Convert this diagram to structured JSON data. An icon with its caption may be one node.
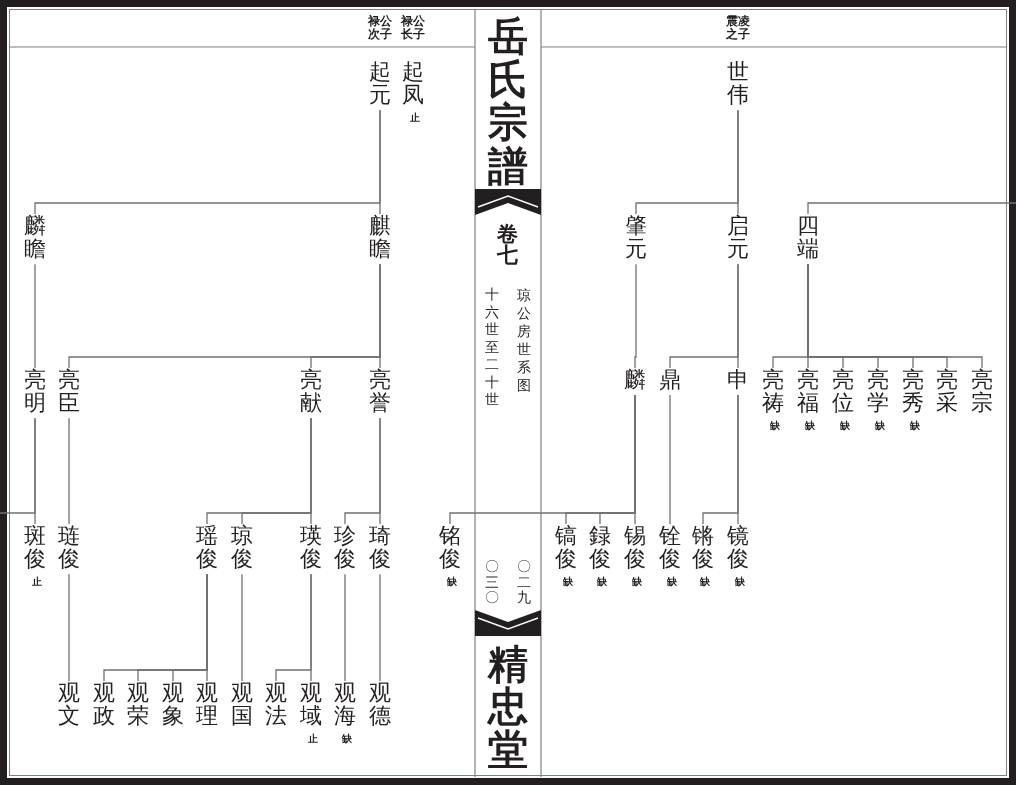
{
  "diagram": {
    "nodes": [
      {
        "text": [
          "世伟"
        ],
        "beside": [
          "震凌之子"
        ]
      },
      {
        "text": [
          "四端"
        ]
      },
      {
        "text": [
          "启元"
        ]
      },
      {
        "text": [
          "肇元"
        ]
      },
      {
        "text": [
          "亮宗"
        ]
      },
      {
        "text": [
          "亮采"
        ]
      },
      {
        "text": [
          "亮秀"
        ],
        "beside": [
          "缺"
        ]
      },
      {
        "text": [
          "亮学"
        ],
        "beside": [
          "缺"
        ]
      },
      {
        "text": [
          "亮位"
        ],
        "beside": [
          "缺"
        ]
      },
      {
        "text": [
          "亮福"
        ],
        "beside": [
          "缺"
        ]
      },
      {
        "text": [
          "亮祷"
        ],
        "beside": [
          "缺"
        ]
      },
      {
        "text": [
          "申"
        ]
      },
      {
        "text": [
          "鼎"
        ]
      },
      {
        "text": [
          "麟"
        ]
      },
      {
        "text": [
          "镜俊"
        ],
        "beside": [
          "缺"
        ]
      },
      {
        "text": [
          "锵俊"
        ],
        "beside": [
          "缺"
        ]
      },
      {
        "text": [
          "铨俊"
        ],
        "beside": [
          "缺"
        ]
      },
      {
        "text": [
          "锡俊"
        ],
        "beside": [
          "缺"
        ]
      },
      {
        "text": [
          "録俊"
        ],
        "beside": [
          "缺"
        ]
      },
      {
        "text": [
          "镐俊"
        ],
        "beside": [
          "缺"
        ]
      },
      {
        "text": [
          "起凤"
        ],
        "beside": [
          "禄公长子",
          "止"
        ]
      },
      {
        "text": [
          "起元"
        ],
        "beside": [
          "禄公次子"
        ]
      },
      {
        "text": [
          "麒瞻"
        ]
      },
      {
        "text": [
          "麟瞻"
        ]
      },
      {
        "text": [
          "亮誉"
        ]
      },
      {
        "text": [
          "亮献"
        ]
      },
      {
        "text": [
          "亮臣"
        ]
      },
      {
        "text": [
          "亮明"
        ]
      },
      {
        "text": [
          "铭俊"
        ],
        "beside": [
          "缺"
        ]
      },
      {
        "text": [
          "琦俊"
        ]
      },
      {
        "text": [
          "珍俊"
        ]
      },
      {
        "text": [
          "瑛俊"
        ]
      },
      {
        "text": [
          "琼俊"
        ]
      },
      {
        "text": [
          "瑶俊"
        ]
      },
      {
        "text": [
          "琏俊"
        ]
      },
      {
        "text": [
          "斑俊"
        ],
        "beside": [
          "止"
        ]
      },
      {
        "text": [
          "观德"
        ]
      },
      {
        "text": [
          "观海"
        ],
        "beside": [
          "缺"
        ]
      },
      {
        "text": [
          "观域"
        ],
        "beside": [
          "止"
        ]
      },
      {
        "text": [
          "观法"
        ]
      },
      {
        "text": [
          "观国"
        ]
      },
      {
        "text": [
          "观理"
        ]
      },
      {
        "text": [
          "观象"
        ]
      },
      {
        "text": [
          "观荣"
        ]
      },
      {
        "text": [
          "观政"
        ]
      },
      {
        "text": [
          "观文"
        ]
      }
    ],
    "edges": [
      {
        "from": 0,
        "to": 2,
        "arrow": "none"
      },
      {
        "from": 0,
        "to": 3,
        "arrow": "none"
      },
      {
        "from": null,
        "to": 1,
        "arrow": "none"
      },
      {
        "from": 1,
        "to": 4,
        "arrow": "none"
      },
      {
        "from": 1,
        "to": 5,
        "arrow": "none"
      },
      {
        "from": 1,
        "to": 6,
        "arrow": "none"
      },
      {
        "from": 1,
        "to": 7,
        "arrow": "none"
      },
      {
        "from": 1,
        "to": 8,
        "arrow": "none"
      },
      {
        "from": 1,
        "to": 9,
        "arrow": "none"
      },
      {
        "from": 1,
        "to": 10,
        "arrow": "none"
      },
      {
        "from": 2,
        "to": 11,
        "arrow": "none"
      },
      {
        "from": 2,
        "to": 12,
        "arrow": "none"
      },
      {
        "from": 3,
        "to": 13,
        "arrow": "none"
      },
      {
        "from": 11,
        "to": 14,
        "arrow": "none"
      },
      {
        "from": 11,
        "to": 15,
        "arrow": "none"
      },
      {
        "from": 12,
        "to": 16,
        "arrow": "none"
      },
      {
        "from": 13,
        "to": 17,
        "arrow": "none"
      },
      {
        "from": 13,
        "to": 18,
        "arrow": "none"
      },
      {
        "from": 13,
        "to": 19,
        "arrow": "none"
      },
      {
        "from": 13,
        "to": 28,
        "arrow": "none"
      },
      {
        "from": 21,
        "to": 22,
        "arrow": "none"
      },
      {
        "from": 21,
        "to": 23,
        "arrow": "none"
      },
      {
        "from": 22,
        "to": 24,
        "arrow": "none"
      },
      {
        "from": 22,
        "to": 25,
        "arrow": "none"
      },
      {
        "from": 22,
        "to": 26,
        "arrow": "none"
      },
      {
        "from": 23,
        "to": 27,
        "arrow": "none"
      },
      {
        "from": 24,
        "to": 29,
        "arrow": "none"
      },
      {
        "from": 24,
        "to": 30,
        "arrow": "none"
      },
      {
        "from": 25,
        "to": 31,
        "arrow": "none"
      },
      {
        "from": 25,
        "to": 32,
        "arrow": "none"
      },
      {
        "from": 25,
        "to": 33,
        "arrow": "none"
      },
      {
        "from": 26,
        "to": 34,
        "arrow": "none"
      },
      {
        "from": 27,
        "to": 35,
        "arrow": "none"
      },
      {
        "from": 27,
        "to": null,
        "arrow": "none"
      },
      {
        "from": 29,
        "to": 36,
        "arrow": "none"
      },
      {
        "from": 30,
        "to": 37,
        "arrow": "none"
      },
      {
        "from": 31,
        "to": 38,
        "arrow": "none"
      },
      {
        "from": 31,
        "to": 39,
        "arrow": "none"
      },
      {
        "from": 32,
        "to": 40,
        "arrow": "none"
      },
      {
        "from": 33,
        "to": 41,
        "arrow": "none"
      },
      {
        "from": 33,
        "to": 42,
        "arrow": "none"
      },
      {
        "from": 33,
        "to": 43,
        "arrow": "none"
      },
      {
        "from": 33,
        "to": 44,
        "arrow": "none"
      },
      {
        "from": 34,
        "to": 45,
        "arrow": "none"
      }
    ],
    "labels": [
      "岳氏宗譜",
      "卷七",
      "琼公房世系图",
      "十六世至二十世",
      "〇二九",
      "〇三〇",
      "精忠堂"
    ]
  }
}
